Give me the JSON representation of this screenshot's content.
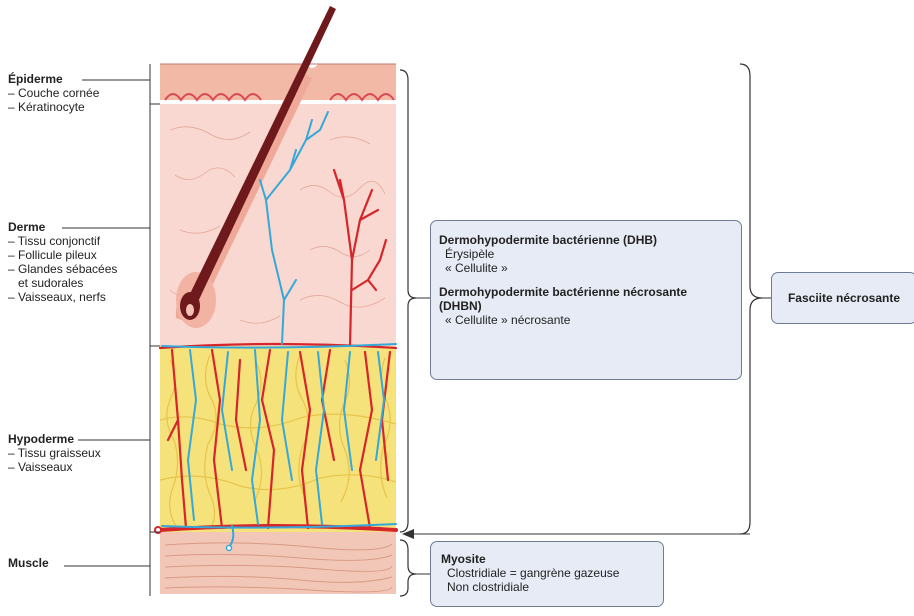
{
  "labels": {
    "epiderme": {
      "title": "Épiderme",
      "items": [
        "– Couche cornée",
        "– Kératinocyte"
      ]
    },
    "derme": {
      "title": "Derme",
      "items": [
        "– Tissu conjonctif",
        "– Follicule pileux",
        "– Glandes sébacées",
        "   et sudorales",
        "– Vaisseaux, nerfs"
      ]
    },
    "hypoderme": {
      "title": "Hypoderme",
      "items": [
        "– Tissu graisseux",
        "– Vaisseaux"
      ]
    },
    "muscle": {
      "title": "Muscle"
    }
  },
  "boxes": {
    "dhb": {
      "title": "Dermohypodermite bactérienne (DHB)",
      "items": [
        "Érysipèle",
        "« Cellulite »"
      ],
      "title2_line1": "Dermohypodermite bactérienne nécrosante",
      "title2_line2": "(DHBN)",
      "items2": [
        "« Cellulite » nécrosante"
      ]
    },
    "fasciite": {
      "title": "Fasciite nécrosante"
    },
    "myosite": {
      "title": "Myosite",
      "items": [
        "Clostridiale = gangrène gazeuse",
        "Non clostridiale"
      ]
    }
  },
  "colors": {
    "epidermis": "#f2b9a6",
    "dermis": "#f8d8d0",
    "hypodermis": "#f6e27a",
    "muscle": "#f2c7b8",
    "vessel_red": "#d6262b",
    "vessel_blue": "#35a8d8",
    "hair": "#6e1a1c",
    "box_fill": "#e6ebf5",
    "box_border": "#6f7c96"
  }
}
